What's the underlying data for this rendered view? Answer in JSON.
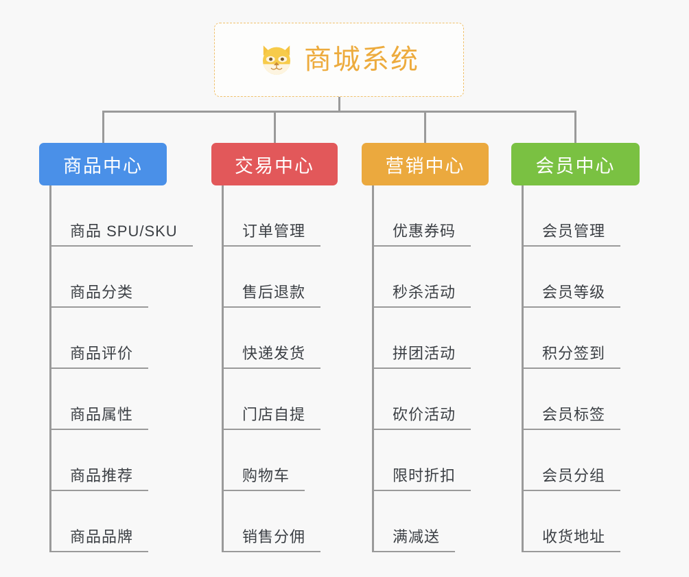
{
  "diagram": {
    "type": "org-chart",
    "background_color": "#f8f8f8",
    "connector_color": "#9a9a9a",
    "root": {
      "title": "商城系统",
      "icon": "dog-face-icon",
      "text_color": "#edab3d",
      "border_color": "#f0c06a",
      "background_color": "#fdfdfc"
    },
    "columns": [
      {
        "title": "商品中心",
        "color": "#4a90e8",
        "text_color": "#ffffff",
        "items": [
          "商品 SPU/SKU",
          "商品分类",
          "商品评价",
          "商品属性",
          "商品推荐",
          "商品品牌"
        ]
      },
      {
        "title": "交易中心",
        "color": "#e2585a",
        "text_color": "#ffffff",
        "items": [
          "订单管理",
          "售后退款",
          "快递发货",
          "门店自提",
          "购物车",
          "销售分佣"
        ]
      },
      {
        "title": "营销中心",
        "color": "#eba93e",
        "text_color": "#ffffff",
        "items": [
          "优惠券码",
          "秒杀活动",
          "拼团活动",
          "砍价活动",
          "限时折扣",
          "满减送"
        ]
      },
      {
        "title": "会员中心",
        "color": "#7ac142",
        "text_color": "#ffffff",
        "items": [
          "会员管理",
          "会员等级",
          "积分签到",
          "会员标签",
          "会员分组",
          "收货地址"
        ]
      }
    ]
  }
}
